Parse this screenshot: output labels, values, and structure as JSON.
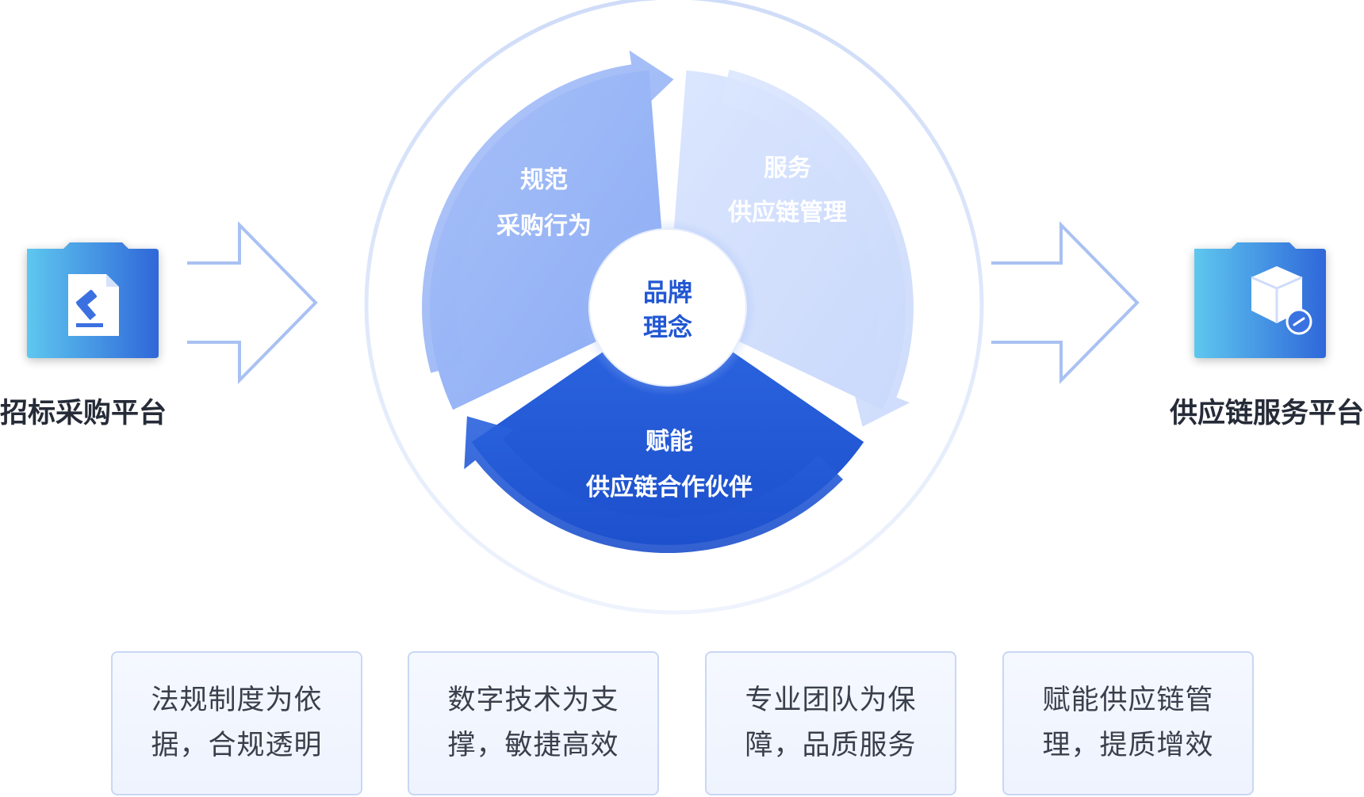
{
  "left_platform": {
    "label": "招标采购平台",
    "icon": "document-gavel-icon"
  },
  "right_platform": {
    "label": "供应链服务平台",
    "icon": "package-link-icon"
  },
  "cycle": {
    "center": {
      "line1": "品牌",
      "line2": "理念"
    },
    "segments": [
      {
        "line1": "规范",
        "line2": "采购行为"
      },
      {
        "line1": "服务",
        "line2": "供应链管理"
      },
      {
        "line1": "赋能",
        "line2": "供应链合作伙伴"
      }
    ]
  },
  "features": [
    {
      "line1": "法规制度为依",
      "line2": "据，合规透明"
    },
    {
      "line1": "数字技术为支",
      "line2": "撑，敏捷高效"
    },
    {
      "line1": "专业团队为保",
      "line2": "障，品质服务"
    },
    {
      "line1": "赋能供应链管",
      "line2": "理，提质增效"
    }
  ],
  "colors": {
    "segment_top_left": "#8aabf5",
    "segment_top_right": "#d3e0fd",
    "segment_bottom": "#2258d6",
    "arrow_outline": "#a9c1f2",
    "box_border": "#c9d7f5"
  }
}
